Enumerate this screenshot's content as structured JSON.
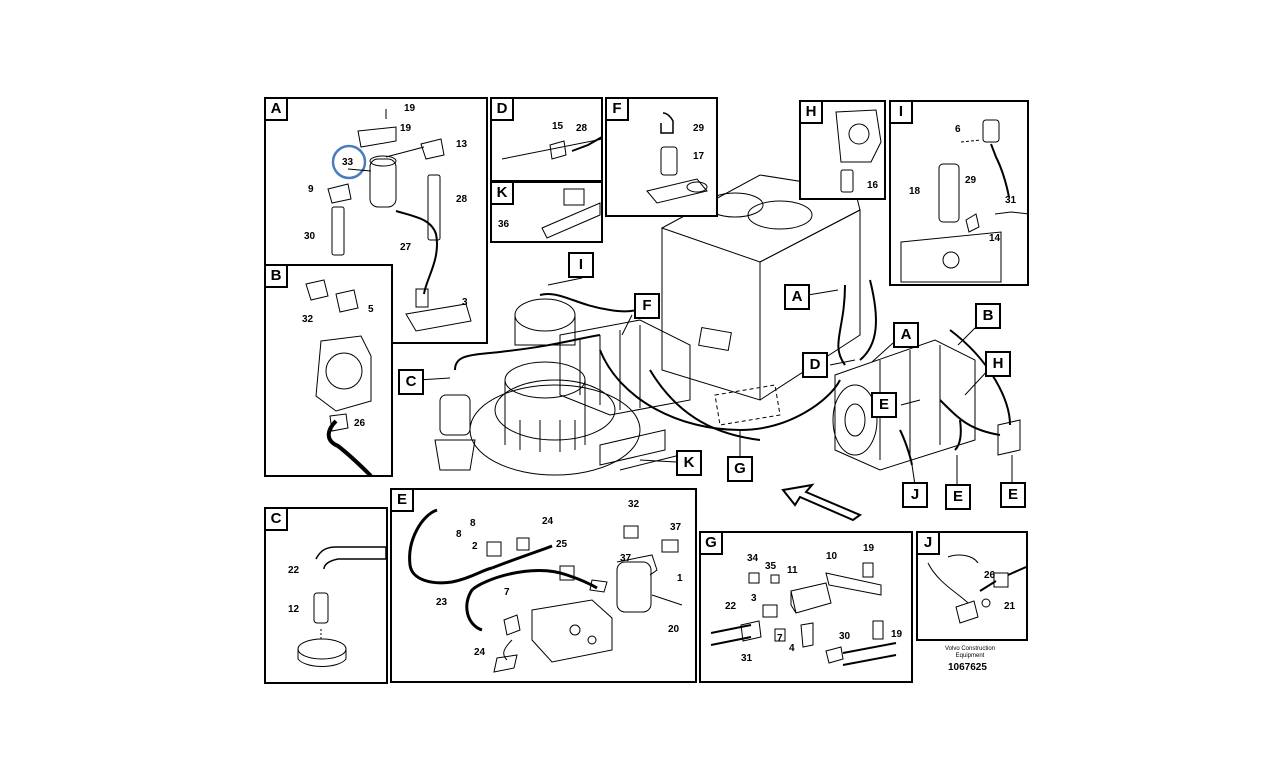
{
  "panels": {
    "A": {
      "tag": "A",
      "nums": [
        "19",
        "19",
        "13",
        "33",
        "9",
        "28",
        "30",
        "27",
        "3"
      ]
    },
    "B": {
      "tag": "B",
      "nums": [
        "32",
        "5",
        "26"
      ]
    },
    "C": {
      "tag": "C",
      "nums": [
        "22",
        "12"
      ]
    },
    "D": {
      "tag": "D",
      "nums": [
        "15",
        "28"
      ]
    },
    "K": {
      "tag": "K",
      "nums": [
        "36"
      ]
    },
    "F": {
      "tag": "F",
      "nums": [
        "29",
        "17"
      ]
    },
    "H": {
      "tag": "H",
      "nums": [
        "16"
      ]
    },
    "I": {
      "tag": "I",
      "nums": [
        "6",
        "18",
        "29",
        "31",
        "14"
      ]
    },
    "E": {
      "tag": "E",
      "nums": [
        "8",
        "8",
        "2",
        "24",
        "23",
        "25",
        "37",
        "1",
        "7",
        "20",
        "24",
        "32",
        "37"
      ]
    },
    "G": {
      "tag": "G",
      "nums": [
        "34",
        "35",
        "11",
        "10",
        "19",
        "3",
        "22",
        "7",
        "19",
        "31",
        "4",
        "30"
      ]
    },
    "J": {
      "tag": "J",
      "nums": [
        "26",
        "21"
      ]
    }
  },
  "main_callouts": [
    "I",
    "F",
    "A",
    "C",
    "D",
    "A",
    "B",
    "H",
    "E",
    "K",
    "G",
    "J",
    "E",
    "E"
  ],
  "footer": {
    "brand_line1": "Volvo Construction",
    "brand_line2": "Equipment",
    "doc_number": "1067625"
  }
}
